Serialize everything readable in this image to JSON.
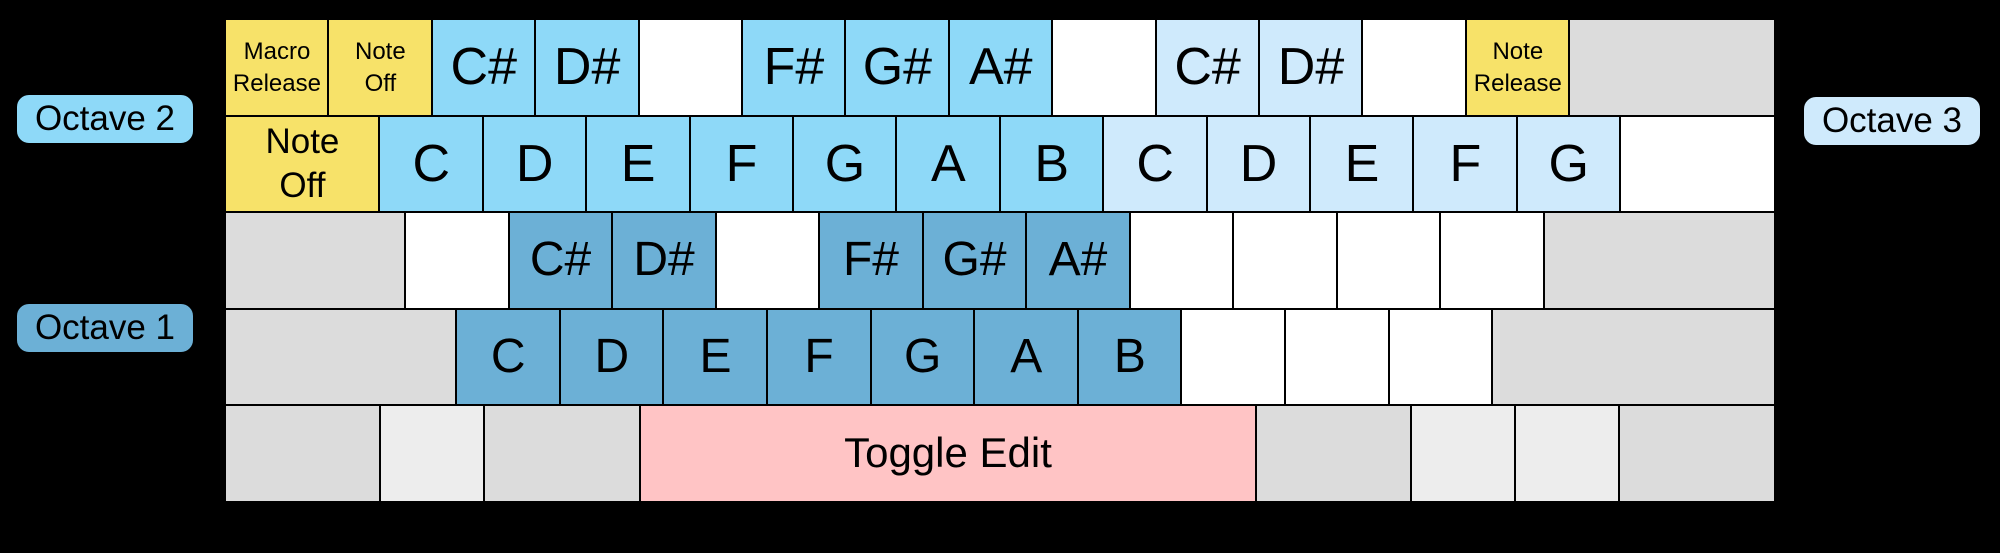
{
  "palette": {
    "bg": "#000000",
    "border": "#000000",
    "text": "#000000",
    "yellow": "#f7e269",
    "blue1": "#6cb0d6",
    "blue2": "#8ed9f8",
    "blue3": "#cfeafc",
    "gray": "#dcdcdc",
    "graylight": "#ededed",
    "pink": "#ffc4c5",
    "white": "#ffffff"
  },
  "labels": {
    "octave1": "Octave 1",
    "octave2": "Octave 2",
    "octave3": "Octave 3"
  },
  "keyboard": {
    "rows": [
      {
        "keys": [
          {
            "w": 1,
            "c": "yellow",
            "size": "xs",
            "lines": [
              "Macro",
              "Release"
            ]
          },
          {
            "w": 1,
            "c": "yellow",
            "size": "xs",
            "lines": [
              "Note",
              "Off"
            ]
          },
          {
            "w": 1,
            "c": "blue2",
            "lines": [
              "C#"
            ]
          },
          {
            "w": 1,
            "c": "blue2",
            "lines": [
              "D#"
            ]
          },
          {
            "w": 1,
            "c": "white"
          },
          {
            "w": 1,
            "c": "blue2",
            "lines": [
              "F#"
            ]
          },
          {
            "w": 1,
            "c": "blue2",
            "lines": [
              "G#"
            ]
          },
          {
            "w": 1,
            "c": "blue2",
            "lines": [
              "A#"
            ]
          },
          {
            "w": 1,
            "c": "white"
          },
          {
            "w": 1,
            "c": "blue3",
            "lines": [
              "C#"
            ]
          },
          {
            "w": 1,
            "c": "blue3",
            "lines": [
              "D#"
            ]
          },
          {
            "w": 1,
            "c": "white"
          },
          {
            "w": 1,
            "c": "yellow",
            "size": "xs",
            "lines": [
              "Note",
              "Release"
            ]
          },
          {
            "w": 2,
            "c": "gray"
          }
        ]
      },
      {
        "keys": [
          {
            "w": 1.5,
            "c": "yellow",
            "size": "md",
            "lines": [
              "Note",
              "Off"
            ]
          },
          {
            "w": 1,
            "c": "blue2",
            "lines": [
              "C"
            ]
          },
          {
            "w": 1,
            "c": "blue2",
            "lines": [
              "D"
            ]
          },
          {
            "w": 1,
            "c": "blue2",
            "lines": [
              "E"
            ]
          },
          {
            "w": 1,
            "c": "blue2",
            "lines": [
              "F"
            ]
          },
          {
            "w": 1,
            "c": "blue2",
            "lines": [
              "G"
            ]
          },
          {
            "w": 1,
            "c": "blue2",
            "lines": [
              "A"
            ]
          },
          {
            "w": 1,
            "c": "blue2",
            "lines": [
              "B"
            ]
          },
          {
            "w": 1,
            "c": "blue3",
            "lines": [
              "C"
            ]
          },
          {
            "w": 1,
            "c": "blue3",
            "lines": [
              "D"
            ]
          },
          {
            "w": 1,
            "c": "blue3",
            "lines": [
              "E"
            ]
          },
          {
            "w": 1,
            "c": "blue3",
            "lines": [
              "F"
            ]
          },
          {
            "w": 1,
            "c": "blue3",
            "lines": [
              "G"
            ]
          },
          {
            "w": 1.5,
            "c": "white"
          }
        ]
      },
      {
        "keys": [
          {
            "w": 1.75,
            "c": "gray"
          },
          {
            "w": 1,
            "c": "white"
          },
          {
            "w": 1,
            "c": "blue1",
            "size": "lg",
            "lines": [
              "C#"
            ]
          },
          {
            "w": 1,
            "c": "blue1",
            "size": "lg",
            "lines": [
              "D#"
            ]
          },
          {
            "w": 1,
            "c": "white"
          },
          {
            "w": 1,
            "c": "blue1",
            "size": "lg",
            "lines": [
              "F#"
            ]
          },
          {
            "w": 1,
            "c": "blue1",
            "size": "lg",
            "lines": [
              "G#"
            ]
          },
          {
            "w": 1,
            "c": "blue1",
            "size": "lg",
            "lines": [
              "A#"
            ]
          },
          {
            "w": 1,
            "c": "white"
          },
          {
            "w": 1,
            "c": "white"
          },
          {
            "w": 1,
            "c": "white"
          },
          {
            "w": 1,
            "c": "white"
          },
          {
            "w": 2.25,
            "c": "gray"
          }
        ]
      },
      {
        "keys": [
          {
            "w": 2.25,
            "c": "gray"
          },
          {
            "w": 1,
            "c": "blue1",
            "size": "lg",
            "lines": [
              "C"
            ]
          },
          {
            "w": 1,
            "c": "blue1",
            "size": "lg",
            "lines": [
              "D"
            ]
          },
          {
            "w": 1,
            "c": "blue1",
            "size": "lg",
            "lines": [
              "E"
            ]
          },
          {
            "w": 1,
            "c": "blue1",
            "size": "lg",
            "lines": [
              "F"
            ]
          },
          {
            "w": 1,
            "c": "blue1",
            "size": "lg",
            "lines": [
              "G"
            ]
          },
          {
            "w": 1,
            "c": "blue1",
            "size": "lg",
            "lines": [
              "A"
            ]
          },
          {
            "w": 1,
            "c": "blue1",
            "size": "lg",
            "lines": [
              "B"
            ]
          },
          {
            "w": 1,
            "c": "white"
          },
          {
            "w": 1,
            "c": "white"
          },
          {
            "w": 1,
            "c": "white"
          },
          {
            "w": 2.75,
            "c": "gray"
          }
        ]
      },
      {
        "keys": [
          {
            "w": 1.5,
            "c": "gray"
          },
          {
            "w": 1,
            "c": "graylight"
          },
          {
            "w": 1.5,
            "c": "gray"
          },
          {
            "w": 6,
            "c": "pink",
            "size": "tg",
            "lines": [
              "Toggle Edit"
            ]
          },
          {
            "w": 1.5,
            "c": "gray"
          },
          {
            "w": 1,
            "c": "graylight"
          },
          {
            "w": 1,
            "c": "graylight"
          },
          {
            "w": 1.5,
            "c": "gray"
          }
        ]
      }
    ]
  }
}
